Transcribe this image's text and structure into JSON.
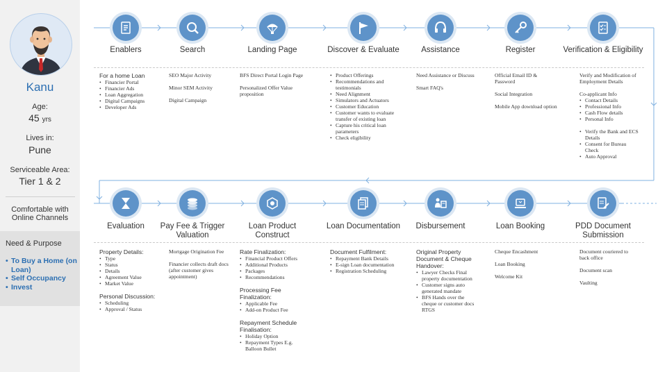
{
  "persona": {
    "name": "Kanu",
    "age_label": "Age:",
    "age_value": "45",
    "age_unit": "yrs",
    "lives_label": "Lives in:",
    "lives_value": "Pune",
    "area_label": "Serviceable Area:",
    "area_value": "Tier 1 & 2",
    "channel_text": "Comfortable with Online Channels",
    "need_title": "Need & Purpose",
    "needs": [
      "To Buy a Home (on Loan)",
      "Self Occupancy",
      "Invest"
    ]
  },
  "colors": {
    "icon_fill": "#5e93c9",
    "icon_ring": "#dbe7f3",
    "flow_line": "#7fb0e0",
    "persona_text": "#2c6fb2"
  },
  "stages": [
    {
      "title": "Enablers",
      "icon": "document-list-icon",
      "blocks": [
        {
          "type": "head",
          "text": "For a home Loan"
        },
        {
          "type": "list",
          "items": [
            "Financier Portal",
            "Financier Ads",
            "Loan Aggregation",
            "Digital Campaigns",
            "Developer Ads"
          ]
        }
      ]
    },
    {
      "title": "Search",
      "icon": "search-icon",
      "blocks": [
        {
          "type": "para",
          "text": "SEO Major Activity"
        },
        {
          "type": "para",
          "text": "Minor SEM Activity"
        },
        {
          "type": "para",
          "text": "Digital Campaign"
        }
      ]
    },
    {
      "title": "Landing Page",
      "icon": "parachute-icon",
      "blocks": [
        {
          "type": "para",
          "text": "BFS Direct Portal Login Page"
        },
        {
          "type": "para",
          "text": "Personalized Offer Value proposition"
        }
      ]
    },
    {
      "title": "Discover & Evaluate",
      "icon": "flag-icon",
      "blocks": [
        {
          "type": "list",
          "items": [
            "Product Offerings",
            "Recommendations and testimonials",
            "Need Alignment",
            "Simulators and Actuators",
            "Customer Education",
            "Customer wants to evaluate transfer of existing loan",
            "Capture his critical loan parameters",
            "Check eligibility"
          ]
        }
      ]
    },
    {
      "title": "Assistance",
      "icon": "headset-icon",
      "blocks": [
        {
          "type": "para",
          "text": "Need Assistance or Discuss"
        },
        {
          "type": "para",
          "text": "Smart FAQ's"
        }
      ]
    },
    {
      "title": "Register",
      "icon": "key-icon",
      "blocks": [
        {
          "type": "para",
          "text": "Official Email ID & Password"
        },
        {
          "type": "para",
          "text": "Social Integration"
        },
        {
          "type": "para",
          "text": "Mobile App download option"
        }
      ]
    },
    {
      "title": "Verification & Eligibility",
      "icon": "checklist-icon",
      "blocks": [
        {
          "type": "para",
          "text": "Verify and Modification of Employment Details"
        },
        {
          "type": "para-tight",
          "text": "Co-applicant Info"
        },
        {
          "type": "list",
          "items": [
            "Contact Details",
            "Professional Info",
            "Cash Flow details",
            "Personal Info"
          ]
        },
        {
          "type": "list",
          "items": [
            "Verify the Bank and ECS Details",
            "Consent for Bureau Check",
            "Auto Approval"
          ]
        }
      ]
    },
    {
      "title": "Evaluation",
      "icon": "hourglass-icon",
      "blocks": [
        {
          "type": "head",
          "text": "Property Details:"
        },
        {
          "type": "list",
          "items": [
            "Type",
            "Status",
            "Details",
            "Agreement Value",
            "Market Value"
          ]
        },
        {
          "type": "head",
          "text": "Personal Discussion:"
        },
        {
          "type": "list",
          "items": [
            "Scheduling",
            "Approval / Status"
          ]
        }
      ]
    },
    {
      "title": "Pay Fee & Trigger Valuation",
      "icon": "coins-icon",
      "blocks": [
        {
          "type": "para",
          "text": "Mortgage Origination Fee"
        },
        {
          "type": "para",
          "text": "Financier collects draft docs (after customer gives appointment)"
        }
      ]
    },
    {
      "title": "Loan Product Construct",
      "icon": "gear-cube-icon",
      "blocks": [
        {
          "type": "head",
          "text": "Rate Finalization:"
        },
        {
          "type": "list",
          "items": [
            "Financial Product Offers",
            "Additional Products",
            "Packages",
            "Recommendations"
          ]
        },
        {
          "type": "head",
          "text": "Processing Fee Finalization:"
        },
        {
          "type": "list",
          "items": [
            "Applicable Fee",
            "Add-on Product Fee"
          ]
        },
        {
          "type": "head",
          "text": "Repayment Schedule Finalisation:"
        },
        {
          "type": "list",
          "items": [
            "Holiday Option",
            "Repayment Types E.g. Balloon Bullet"
          ]
        }
      ]
    },
    {
      "title": "Loan Documentation",
      "icon": "documents-icon",
      "blocks": [
        {
          "type": "head",
          "text": "Document Fulfilment:"
        },
        {
          "type": "list",
          "items": [
            "Repayment Bank Details",
            "E-sign Loan documentation",
            "Registration Scheduling"
          ]
        }
      ]
    },
    {
      "title": "Disbursement",
      "icon": "handover-icon",
      "blocks": [
        {
          "type": "head",
          "text": "Original Property Document & Cheque Handover:"
        },
        {
          "type": "list",
          "items": [
            "Lawyer Checks Final property documentation",
            "Customer signs auto generated mandate",
            "BFS Hands over the cheque or customer docs RTGS"
          ]
        }
      ]
    },
    {
      "title": "Loan Booking",
      "icon": "laptop-icon",
      "blocks": [
        {
          "type": "para",
          "text": "Cheque Encashment"
        },
        {
          "type": "para",
          "text": "Loan Booking"
        },
        {
          "type": "para",
          "text": "Welcome Kit"
        }
      ]
    },
    {
      "title": "PDD Document Submission",
      "icon": "document-edit-icon",
      "blocks": [
        {
          "type": "para",
          "text": "Document couriered to back office"
        },
        {
          "type": "para",
          "text": "Document scan"
        },
        {
          "type": "para",
          "text": "Vaulting"
        }
      ]
    }
  ]
}
